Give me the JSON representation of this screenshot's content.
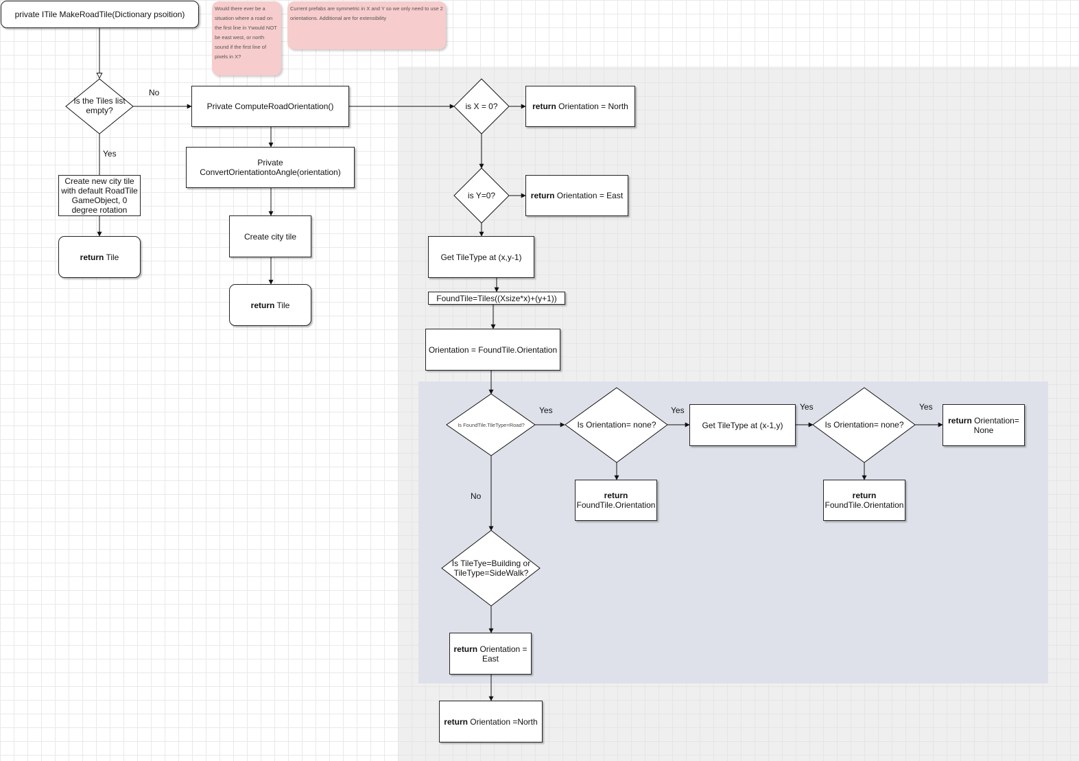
{
  "colors": {
    "background": "#ffffff",
    "grid": "#e9e9e9",
    "region_outer": "#eeeeee",
    "region_inner": "#e0e3ea",
    "note_fill": "#f7cccc",
    "stroke": "#222222"
  },
  "nodes": {
    "title": "private ITile MakeRoadTile(Dictionary psoition)",
    "decision_tiles_empty": "Is the Tiles list empty?",
    "create_default_tile": "Create new city tile with default RoadTile GameObject, 0 degree rotation",
    "return_tile_left": {
      "bold": "return",
      "text": " Tile"
    },
    "compute_orientation": "Private ComputeRoadOrientation()",
    "convert_orientation": "Private ConvertOrientationtoAngle(orientation)",
    "create_city_tile": "Create city tile",
    "return_tile_mid": {
      "bold": "return",
      "text": " Tile"
    },
    "decision_x0": "is X = 0?",
    "return_north": {
      "bold": "return",
      "text": " Orientation = North"
    },
    "decision_y0": "is Y=0?",
    "return_east_top": {
      "bold": "return",
      "text": " Orientation = East"
    },
    "get_tiletype_y": "Get TileType at (x,y-1)",
    "found_tile": "FoundTile=Tiles((Xsize*x)+(y+1))",
    "orientation_found": "Orientation = FoundTile.Orientation",
    "decision_road": "Is FoundTile.TileType=Road?",
    "decision_none_1": "Is Orientation= none?",
    "get_tiletype_x": "Get TileType at (x-1,y)",
    "decision_none_2": "Is Orientation= none?",
    "return_none": {
      "bold": "return",
      "text": " Orientation= None"
    },
    "return_found_1": {
      "bold": "return",
      "text": "FoundTile.Orientation"
    },
    "return_found_2": {
      "bold": "return",
      "text": "FoundTile.Orientation"
    },
    "decision_building": "Is TileTye=Building or TileType=SideWalk?",
    "return_east_bottom": {
      "bold": "return",
      "text": " Orientation = East"
    },
    "return_north_bottom": {
      "bold": "return",
      "text": " Orientation =North"
    }
  },
  "notes": {
    "note_road": "Would there ever be a situation where a road on the first line in Ywould NOT be east west, or north sound if the first line of pixels in X?",
    "note_prefabs": "Current prefabs are symmetric in X and Y so we only need to use 2 orientations. Additional are for extensibility"
  },
  "edge_labels": {
    "no_top": "No",
    "yes_left": "Yes",
    "yes_road": "Yes",
    "yes_none1": "Yes",
    "yes_get": "Yes",
    "yes_none2": "Yes",
    "no_road": "No"
  }
}
